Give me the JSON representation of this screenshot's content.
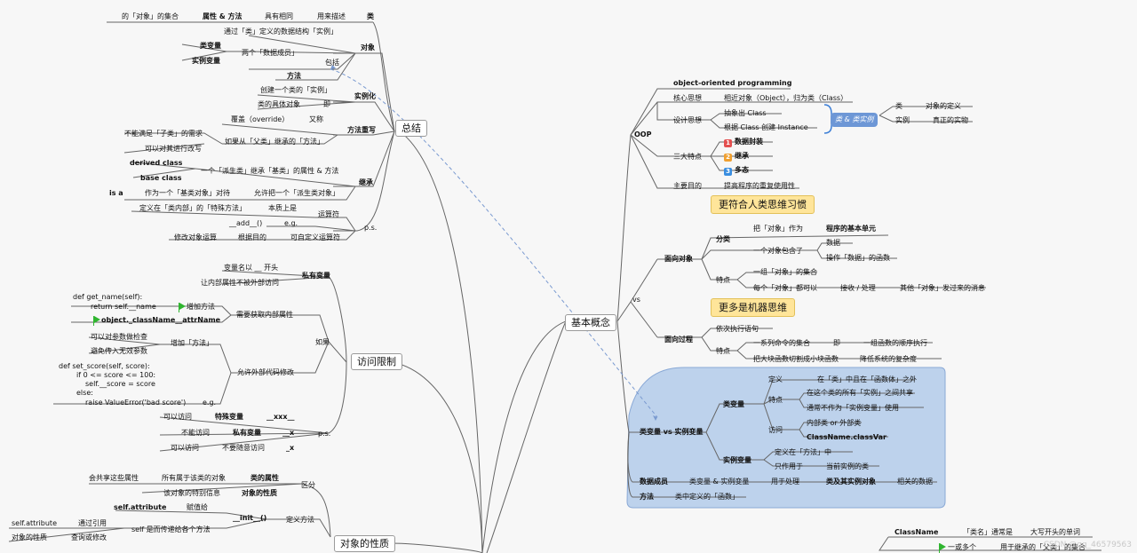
{
  "center_topics": {
    "summary": "总结",
    "access": "访问限制",
    "basic": "基本概念",
    "object_nature": "对象的性质"
  },
  "callouts": {
    "human": "更符合人类思维习惯",
    "machine": "更多是机器思维"
  },
  "summary_branch": {
    "class_row": {
      "a": "的「对象」的集合",
      "b": "属性 & 方法",
      "c": "具有相同",
      "d": "用来描述",
      "e": "类"
    },
    "object_def": "通过「类」定义的数据结构「实例」",
    "object": "对象",
    "class_var": "类变量",
    "instance_var": "实例变量",
    "two_members": "两个「数据成员」",
    "includes": "包括",
    "method": "方法",
    "create_instance": "创建一个类的「实例」",
    "instantiation": "实例化",
    "concrete": "类的具体对象",
    "ji": "即",
    "override": "覆盖（override）",
    "aka": "又称",
    "method_override": "方法重写",
    "not_satisfy": "不能满足「子类」的需求",
    "can_modify": "可以对其进行改写",
    "if_parent": "如果从「父类」继承的「方法」",
    "derived": "derived class",
    "base": "base class",
    "inherit_desc": "一个「派生类」继承「基类」的属性 & 方法",
    "inherit": "继承",
    "isa": "is a",
    "as_base": "作为一个「基类对象」对待",
    "allow_derived": "允许把一个「派生类对象」",
    "special_method": "定义在「类内部」的「特殊方法」",
    "essence": "本质上是",
    "operator": "运算符",
    "add": "__add__()",
    "eg": "e.g.",
    "ps": "p.s.",
    "modify_op": "修改对象运算",
    "by_purpose": "根据目的",
    "custom_op": "可自定义运算符"
  },
  "access_branch": {
    "var_start": "变量名以 __ 开头",
    "private_var": "私有变量",
    "no_external": "让内部属性不被外部访问",
    "def_get": "def get_name(self):",
    "return_name": "return self.__name",
    "add_method": "增加方法",
    "obj_class": "object._className__attrName",
    "need_get": "需要获取内部属性",
    "check_param": "可以对参数做检查",
    "avoid_invalid": "避免传入无效参数",
    "add_method2": "增加「方法」",
    "def_set": "def set_score(self, score):",
    "if_line": "if 0 <= score <= 100:",
    "assign": "self.__score = score",
    "else_line": "else:",
    "raise_line": "raise ValueError('bad score')",
    "eg": "e.g.",
    "allow_modify": "允许外部代码修改",
    "ruguo": "如果",
    "can_access": "可以访问",
    "special_var": "特殊变量",
    "xxx_special": "__xxx__",
    "cannot_access": "不能访问",
    "private_var2": "私有变量",
    "x_private": "__x",
    "can_access2": "可以访问",
    "not_casually": "不要随意访问",
    "x_single": "_x",
    "ps": "p.s."
  },
  "object_branch": {
    "shared": "会共享这些属性",
    "belongs": "所有属于该类的对象",
    "class_attr": "类的属性",
    "own_info": "该对象的特别信息",
    "obj_nature": "对象的性质",
    "distinguish": "区分",
    "self_attr": "self.attribute",
    "assign": "赋值给",
    "init": "__init__()",
    "define_method": "定义方法",
    "self_attr2": "self.attribute",
    "by_ref": "通过引用",
    "self_pass": "self 是而传递给各个方法",
    "nature": "对象的性质",
    "query_modify": "查询或修改"
  },
  "oop_branch": {
    "title": "object-oriented programming",
    "oop": "OOP",
    "core": "核心思想",
    "core_desc": "相近对象（Object），归为类（Class）",
    "design": "设计思想",
    "abstract": "抽象出 Class",
    "create_instance": "根据 Class 创建 Instance",
    "badge": "类 & 类实例",
    "class": "类",
    "class_def": "对象的定义",
    "instance": "实例",
    "instance_def": "真正的实物",
    "three": "三大特点",
    "f1": "数据封装",
    "f2": "继承",
    "f3": "多态",
    "purpose": "主要目的",
    "purpose_desc": "提高程序的重复使用性"
  },
  "vs_branch": {
    "vs": "vs",
    "oo": "面向对象",
    "classify": "分类",
    "treat_obj": "把「对象」作为",
    "basic_unit": "程序的基本单元",
    "obj_contains": "一个对象包含了",
    "data": "数据",
    "ops": "操作「数据」的函数",
    "feature": "特点",
    "obj_set": "一组「对象」的集合",
    "every_obj": "每个「对象」都可以",
    "recv": "接收 / 处理",
    "other_msg": "其他「对象」发过来的消息",
    "po": "面向过程",
    "seq": "依次执行语句",
    "feature2": "特点",
    "cmd_set": "一系列命令的集合",
    "ji": "即",
    "func_seq": "一组函数的顺序执行",
    "split": "把大块函数切割成小块函数",
    "reduce": "降低系统的复杂度"
  },
  "classvar_branch": {
    "title": "类变量 vs 实例变量",
    "classvar": "类变量",
    "define": "定义",
    "in_class": "在「类」中且在「函数体」之外",
    "feature": "特点",
    "shared": "在这个类的所有「实例」之间共享",
    "not_instance": "通常不作为「实例变量」使用",
    "access": "访问",
    "inner_outer": "内部类 or 外部类",
    "cls_var": "ClassName.classVar",
    "instvar": "实例变量",
    "def_in_method": "定义在「方法」中",
    "only": "只作用于",
    "current": "当前实例的类",
    "data_members": "数据成员",
    "cv_iv": "类变量 & 实例变量",
    "for_handle": "用于处理",
    "cls_obj": "类及其实例对象",
    "related": "相关的数据",
    "method": "方法",
    "method_desc": "类中定义的「函数」"
  },
  "classname_branch": {
    "classname": "ClassName",
    "name_usually": "「类名」通常是",
    "capital": "大写开头的单词",
    "one_or_more": "一或多个",
    "used_for": "用于继承的「父类」的集合"
  },
  "colors": {
    "num1": "#e45050",
    "num2": "#f0a030",
    "num3": "#3a8ee0",
    "group_bg": "#bdd2ec",
    "group_border": "#8aa9d6"
  },
  "watermark": "CSDN @qq_46579563"
}
